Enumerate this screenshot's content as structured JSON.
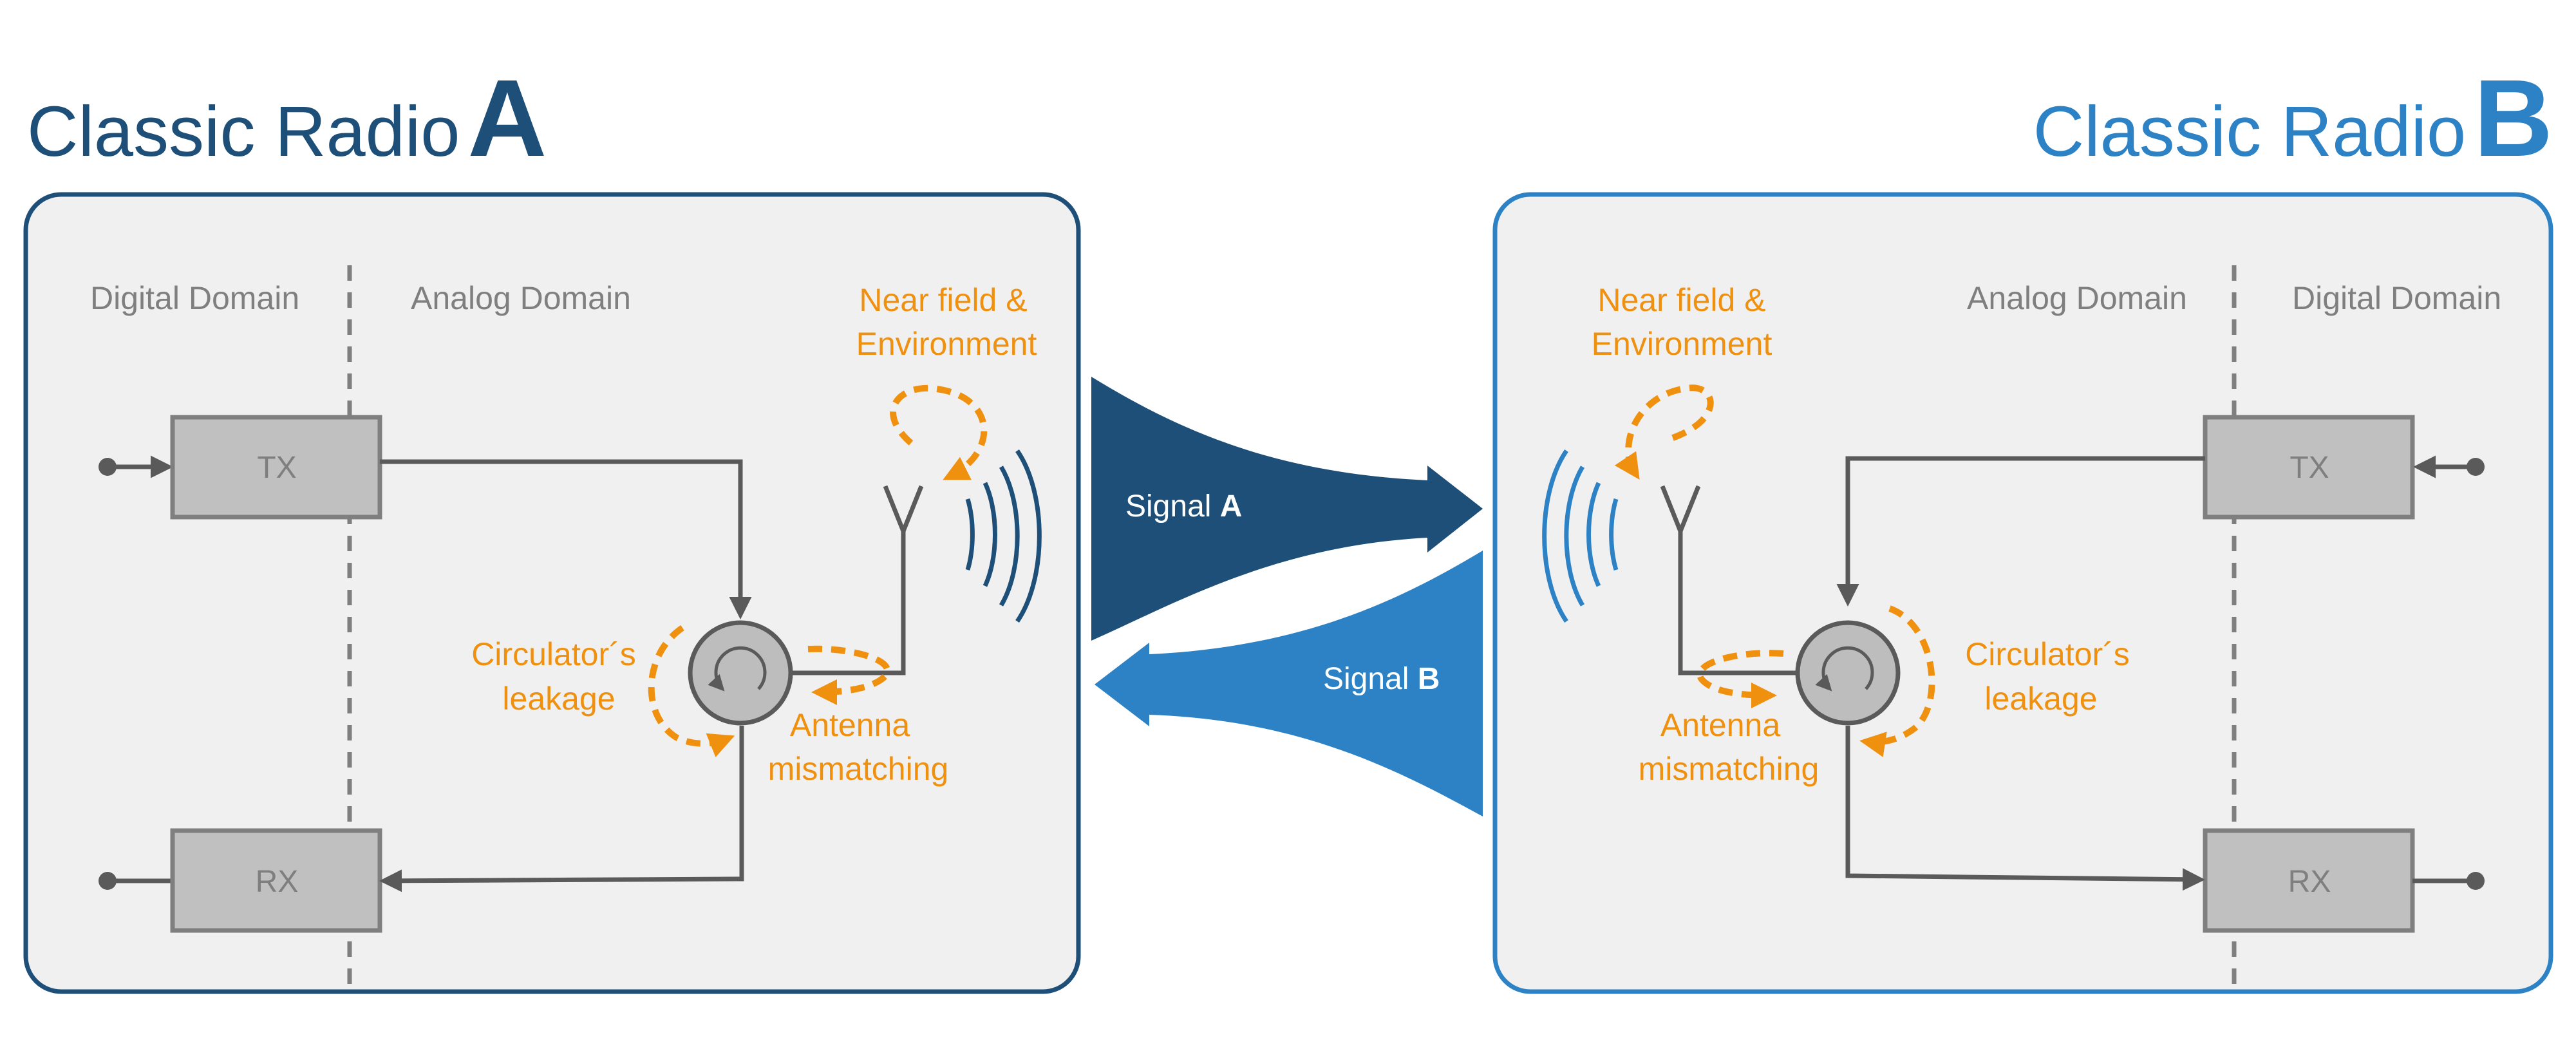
{
  "radio_a": {
    "title_prefix": "Classic Radio",
    "title_letter": "A",
    "digital_domain": "Digital Domain",
    "analog_domain": "Analog Domain",
    "tx_label": "TX",
    "rx_label": "RX",
    "near_field_line1": "Near field &",
    "near_field_line2": "Environment",
    "circulator_line1": "Circulator´s",
    "circulator_line2": "leakage",
    "antenna_line1": "Antenna",
    "antenna_line2": "mismatching"
  },
  "radio_b": {
    "title_prefix": "Classic Radio",
    "title_letter": "B",
    "digital_domain": "Digital Domain",
    "analog_domain": "Analog Domain",
    "tx_label": "TX",
    "rx_label": "RX",
    "near_field_line1": "Near field &",
    "near_field_line2": "Environment",
    "circulator_line1": "Circulator´s",
    "circulator_line2": "leakage",
    "antenna_line1": "Antenna",
    "antenna_line2": "mismatching"
  },
  "signal_a": {
    "prefix": "Signal ",
    "letter": "A"
  },
  "signal_b": {
    "prefix": "Signal ",
    "letter": "B"
  },
  "colors": {
    "radio_a": "#1d4f78",
    "radio_b": "#2c82c4",
    "panel_fill": "#f0f0f0",
    "leakage": "#f0900f",
    "gray_text": "#7f7f7f",
    "wire": "#5a5a5a",
    "box_fill": "#c0c0c0"
  }
}
